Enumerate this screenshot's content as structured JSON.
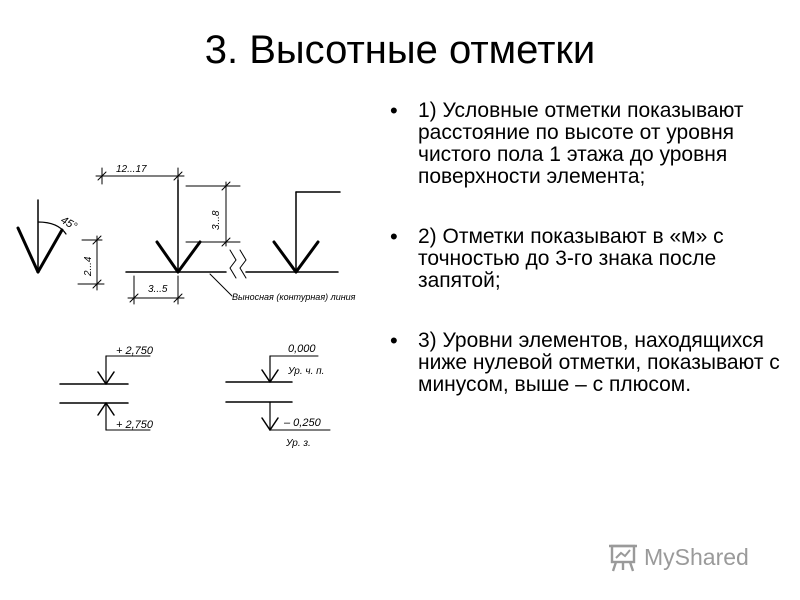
{
  "slide": {
    "title": "3. Высотные отметки",
    "bullets": [
      {
        "marker": "•",
        "text": "1) Условные отметки показывают расстояние по высоте от уровня чистого пола 1 этажа до уровня поверхности элемента;"
      },
      {
        "marker": "•",
        "text": "2) Отметки показывают в «м» с точностью до 3-го знака после запятой;"
      },
      {
        "marker": "•",
        "text": "3) Уровни элементов, находящихся ниже нулевой отметки, показывают с минусом, выше – с плюсом."
      }
    ]
  },
  "drawing": {
    "labels": {
      "dim_top": "12...17",
      "angle": "45°",
      "dim_left_vert": "2...4",
      "dim_mid_vert": "3...8",
      "dim_bottom": "3...5",
      "leader_note": "Выносная (контурная) линия",
      "mark_plus_top": "+ 2,750",
      "mark_plus_bottom": "+ 2,750",
      "mark_zero": "0,000",
      "floor_level": "Ур. ч. п.",
      "mark_minus": "– 0,250",
      "ground_level": "Ур. з."
    }
  },
  "logo": {
    "text": "MyShared",
    "icon": "presentation-board-icon",
    "color": "#9a9a9a"
  }
}
